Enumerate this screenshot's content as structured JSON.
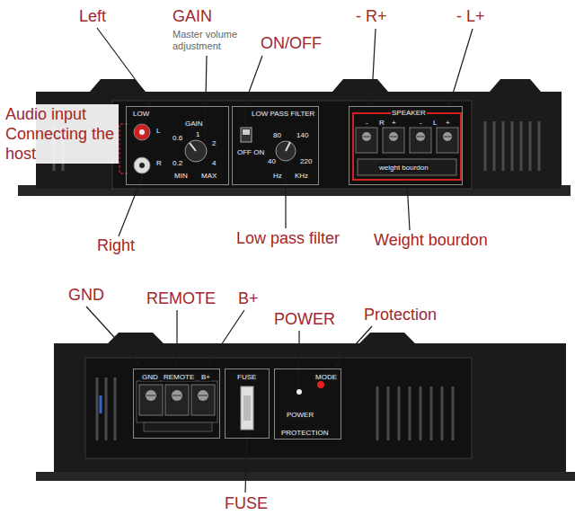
{
  "diagram": {
    "nodes": [
      {
        "text": [
          "LOW",
          "L",
          "R",
          "GAIN",
          "0.6",
          "1",
          "2",
          "0.2",
          "4",
          "MIN",
          "MAX"
        ]
      },
      {
        "text": [
          "LOW PASS FILTER",
          "OFF ON",
          "80",
          "140",
          "40",
          "220",
          "Hz",
          "KHz"
        ]
      },
      {
        "text": [
          "SPEAKER",
          "-",
          "R",
          "+",
          "-",
          "L",
          "+",
          "weight bourdon"
        ]
      },
      {
        "text": [
          "GND",
          "REMOTE",
          "B+"
        ]
      },
      {
        "text": [
          "FUSE"
        ]
      },
      {
        "text": [
          "MODE",
          "POWER",
          "PROTECTION"
        ]
      }
    ],
    "labels": [
      "Left",
      "GAIN",
      "Master volume adjustment",
      "ON/OFF",
      "- R+",
      "- L+",
      "Audio input Connecting the host",
      "Right",
      "Low pass filter",
      "Weight bourdon",
      "GND",
      "REMOTE",
      "B+",
      "POWER",
      "Protection",
      "FUSE"
    ]
  }
}
